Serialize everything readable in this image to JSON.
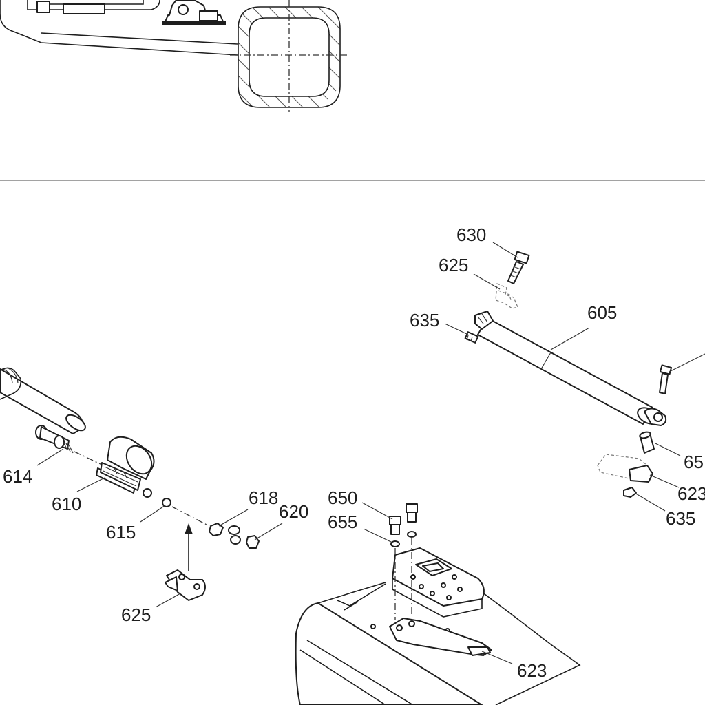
{
  "callouts": {
    "c630": "630",
    "c625_top": "625",
    "c635_top": "635",
    "c605": "605",
    "c650_right": "65",
    "c623_right": "623",
    "c635_right": "635",
    "c614": "614",
    "c610": "610",
    "c615": "615",
    "c618": "618",
    "c620": "620",
    "c650": "650",
    "c655": "655",
    "c625_bottom": "625",
    "c623_bottom": "623"
  }
}
